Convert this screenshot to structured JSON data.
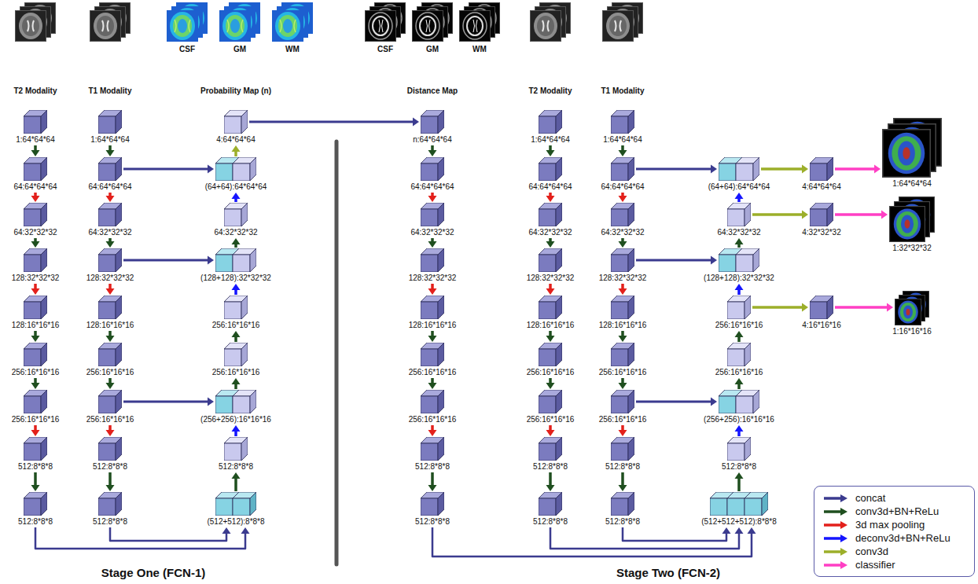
{
  "diagram": {
    "nodes": [
      {
        "text": [
          "1:64*64*64"
        ]
      },
      {
        "text": [
          "64:64*64*64"
        ]
      },
      {
        "text": [
          "64:32*32*32"
        ]
      },
      {
        "text": [
          "128:32*32*32"
        ]
      },
      {
        "text": [
          "128:16*16*16"
        ]
      },
      {
        "text": [
          "256:16*16*16"
        ]
      },
      {
        "text": [
          "256:16*16*16"
        ]
      },
      {
        "text": [
          "512:8*8*8"
        ]
      },
      {
        "text": [
          "512:8*8*8"
        ]
      },
      {
        "text": [
          "1:64*64*64"
        ]
      },
      {
        "text": [
          "64:64*64*64"
        ]
      },
      {
        "text": [
          "64:32*32*32"
        ]
      },
      {
        "text": [
          "128:32*32*32"
        ]
      },
      {
        "text": [
          "128:16*16*16"
        ]
      },
      {
        "text": [
          "256:16*16*16"
        ]
      },
      {
        "text": [
          "256:16*16*16"
        ]
      },
      {
        "text": [
          "512:8*8*8"
        ]
      },
      {
        "text": [
          "512:8*8*8"
        ]
      },
      {
        "text": [
          "4:64*64*64"
        ]
      },
      {
        "text": [
          "(64+64):64*64*64"
        ]
      },
      {
        "text": [
          "64:32*32*32"
        ]
      },
      {
        "text": [
          "(128+128):32*32*32"
        ]
      },
      {
        "text": [
          "256:16*16*16"
        ]
      },
      {
        "text": [
          "256:16*16*16"
        ]
      },
      {
        "text": [
          "(256+256):16*16*16"
        ]
      },
      {
        "text": [
          "512:8*8*8"
        ]
      },
      {
        "text": [
          "(512+512):8*8*8"
        ]
      },
      {
        "text": [
          "n:64*64*64"
        ]
      },
      {
        "text": [
          "64:64*64*64"
        ]
      },
      {
        "text": [
          "64:32*32*32"
        ]
      },
      {
        "text": [
          "128:32*32*32"
        ]
      },
      {
        "text": [
          "128:16*16*16"
        ]
      },
      {
        "text": [
          "256:16*16*16"
        ]
      },
      {
        "text": [
          "256:16*16*16"
        ]
      },
      {
        "text": [
          "512:8*8*8"
        ]
      },
      {
        "text": [
          "512:8*8*8"
        ]
      },
      {
        "text": [
          "1:64*64*64"
        ]
      },
      {
        "text": [
          "64:64*64*64"
        ]
      },
      {
        "text": [
          "64:32*32*32"
        ]
      },
      {
        "text": [
          "128:32*32*32"
        ]
      },
      {
        "text": [
          "128:16*16*16"
        ]
      },
      {
        "text": [
          "256:16*16*16"
        ]
      },
      {
        "text": [
          "256:16*16*16"
        ]
      },
      {
        "text": [
          "512:8*8*8"
        ]
      },
      {
        "text": [
          "512:8*8*8"
        ]
      },
      {
        "text": [
          "1:64*64*64"
        ]
      },
      {
        "text": [
          "64:64*64*64"
        ]
      },
      {
        "text": [
          "64:32*32*32"
        ]
      },
      {
        "text": [
          "128:32*32*32"
        ]
      },
      {
        "text": [
          "128:16*16*16"
        ]
      },
      {
        "text": [
          "256:16*16*16"
        ]
      },
      {
        "text": [
          "256:16*16*16"
        ]
      },
      {
        "text": [
          "512:8*8*8"
        ]
      },
      {
        "text": [
          "512:8*8*8"
        ]
      },
      {
        "text": [
          "(64+64):64*64*64"
        ]
      },
      {
        "text": [
          "64:32*32*32"
        ]
      },
      {
        "text": [
          "(128+128):32*32*32"
        ]
      },
      {
        "text": [
          "256:16*16*16"
        ]
      },
      {
        "text": [
          "256:16*16*16"
        ]
      },
      {
        "text": [
          "(256+256):16*16*16"
        ]
      },
      {
        "text": [
          "512:8*8*8"
        ]
      },
      {
        "text": [
          "(512+512+512):8*8*8"
        ]
      },
      {
        "text": [
          "4:64*64*64"
        ]
      },
      {
        "text": [
          "4:32*32*32"
        ]
      },
      {
        "text": [
          "4:16*16*16"
        ]
      },
      {
        "text": [
          "1:64*64*64"
        ]
      },
      {
        "text": [
          "1:32*32*32"
        ]
      },
      {
        "text": [
          "1:16*16*16"
        ]
      }
    ],
    "edges": [
      {
        "from": 0,
        "to": 1,
        "arrow": "to"
      },
      {
        "from": 1,
        "to": 2,
        "arrow": "to"
      },
      {
        "from": 2,
        "to": 3,
        "arrow": "to"
      },
      {
        "from": 3,
        "to": 4,
        "arrow": "to"
      },
      {
        "from": 4,
        "to": 5,
        "arrow": "to"
      },
      {
        "from": 5,
        "to": 6,
        "arrow": "to"
      },
      {
        "from": 6,
        "to": 7,
        "arrow": "to"
      },
      {
        "from": 7,
        "to": 8,
        "arrow": "to"
      },
      {
        "from": 9,
        "to": 10,
        "arrow": "to"
      },
      {
        "from": 10,
        "to": 11,
        "arrow": "to"
      },
      {
        "from": 11,
        "to": 12,
        "arrow": "to"
      },
      {
        "from": 12,
        "to": 13,
        "arrow": "to"
      },
      {
        "from": 13,
        "to": 14,
        "arrow": "to"
      },
      {
        "from": 14,
        "to": 15,
        "arrow": "to"
      },
      {
        "from": 15,
        "to": 16,
        "arrow": "to"
      },
      {
        "from": 16,
        "to": 17,
        "arrow": "to"
      },
      {
        "from": 27,
        "to": 28,
        "arrow": "to"
      },
      {
        "from": 28,
        "to": 29,
        "arrow": "to"
      },
      {
        "from": 29,
        "to": 30,
        "arrow": "to"
      },
      {
        "from": 30,
        "to": 31,
        "arrow": "to"
      },
      {
        "from": 31,
        "to": 32,
        "arrow": "to"
      },
      {
        "from": 32,
        "to": 33,
        "arrow": "to"
      },
      {
        "from": 33,
        "to": 34,
        "arrow": "to"
      },
      {
        "from": 34,
        "to": 35,
        "arrow": "to"
      },
      {
        "from": 36,
        "to": 37,
        "arrow": "to"
      },
      {
        "from": 37,
        "to": 38,
        "arrow": "to"
      },
      {
        "from": 38,
        "to": 39,
        "arrow": "to"
      },
      {
        "from": 39,
        "to": 40,
        "arrow": "to"
      },
      {
        "from": 40,
        "to": 41,
        "arrow": "to"
      },
      {
        "from": 41,
        "to": 42,
        "arrow": "to"
      },
      {
        "from": 42,
        "to": 43,
        "arrow": "to"
      },
      {
        "from": 43,
        "to": 44,
        "arrow": "to"
      },
      {
        "from": 45,
        "to": 46,
        "arrow": "to"
      },
      {
        "from": 46,
        "to": 47,
        "arrow": "to"
      },
      {
        "from": 47,
        "to": 48,
        "arrow": "to"
      },
      {
        "from": 48,
        "to": 49,
        "arrow": "to"
      },
      {
        "from": 49,
        "to": 50,
        "arrow": "to"
      },
      {
        "from": 50,
        "to": 51,
        "arrow": "to"
      },
      {
        "from": 51,
        "to": 52,
        "arrow": "to"
      },
      {
        "from": 52,
        "to": 53,
        "arrow": "to"
      },
      {
        "from": 26,
        "to": 25,
        "arrow": "to"
      },
      {
        "from": 25,
        "to": 24,
        "arrow": "to"
      },
      {
        "from": 24,
        "to": 23,
        "arrow": "to"
      },
      {
        "from": 23,
        "to": 22,
        "arrow": "to"
      },
      {
        "from": 22,
        "to": 21,
        "arrow": "to"
      },
      {
        "from": 21,
        "to": 20,
        "arrow": "to"
      },
      {
        "from": 20,
        "to": 19,
        "arrow": "to"
      },
      {
        "from": 19,
        "to": 18,
        "arrow": "to"
      },
      {
        "from": 10,
        "to": 19,
        "arrow": "to"
      },
      {
        "from": 12,
        "to": 21,
        "arrow": "to"
      },
      {
        "from": 15,
        "to": 24,
        "arrow": "to"
      },
      {
        "from": 8,
        "to": 26,
        "arrow": "to"
      },
      {
        "from": 17,
        "to": 26,
        "arrow": "to"
      },
      {
        "from": 18,
        "to": 27,
        "arrow": "to"
      },
      {
        "from": 61,
        "to": 60,
        "arrow": "to"
      },
      {
        "from": 60,
        "to": 59,
        "arrow": "to"
      },
      {
        "from": 59,
        "to": 58,
        "arrow": "to"
      },
      {
        "from": 58,
        "to": 57,
        "arrow": "to"
      },
      {
        "from": 57,
        "to": 56,
        "arrow": "to"
      },
      {
        "from": 56,
        "to": 55,
        "arrow": "to"
      },
      {
        "from": 55,
        "to": 54,
        "arrow": "to"
      },
      {
        "from": 46,
        "to": 54,
        "arrow": "to"
      },
      {
        "from": 48,
        "to": 56,
        "arrow": "to"
      },
      {
        "from": 51,
        "to": 59,
        "arrow": "to"
      },
      {
        "from": 35,
        "to": 61,
        "arrow": "to"
      },
      {
        "from": 44,
        "to": 61,
        "arrow": "to"
      },
      {
        "from": 53,
        "to": 61,
        "arrow": "to"
      },
      {
        "from": 54,
        "to": 62,
        "arrow": "to"
      },
      {
        "from": 55,
        "to": 63,
        "arrow": "to"
      },
      {
        "from": 57,
        "to": 64,
        "arrow": "to"
      },
      {
        "from": 62,
        "to": 65,
        "arrow": "to"
      },
      {
        "from": 63,
        "to": 66,
        "arrow": "to"
      },
      {
        "from": 64,
        "to": 67,
        "arrow": "to"
      }
    ],
    "labels": [
      "CSF",
      "GM",
      "WM",
      "CSF",
      "GM",
      "WM",
      "T2 Modality",
      "T1 Modality",
      "Probability Map (n)",
      "Distance Map",
      "T2 Modality",
      "T1 Modality",
      "Stage One (FCN-1)",
      "Stage Two (FCN-2)"
    ],
    "legend": [
      {
        "text": "concat"
      },
      {
        "text": "conv3d+BN+ReLu"
      },
      {
        "text": "3d max pooling"
      },
      {
        "text": "deconv3d+BN+ReLu"
      },
      {
        "text": "conv3d"
      },
      {
        "text": "classifier"
      }
    ]
  }
}
